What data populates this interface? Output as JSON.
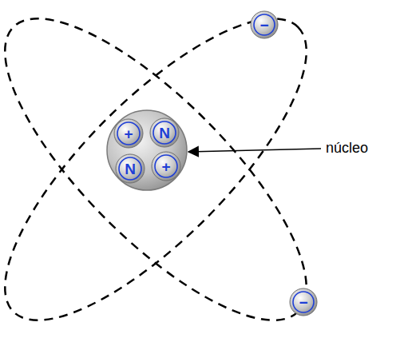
{
  "diagram": {
    "nodes": [
      {
        "text": [
          "−"
        ]
      },
      {
        "text": [
          "+"
        ]
      },
      {
        "text": [
          "N"
        ]
      },
      {
        "text": [
          "N"
        ]
      },
      {
        "text": [
          "+"
        ]
      },
      {
        "text": [
          "−"
        ]
      }
    ],
    "labels": [
      "núcleo"
    ]
  }
}
